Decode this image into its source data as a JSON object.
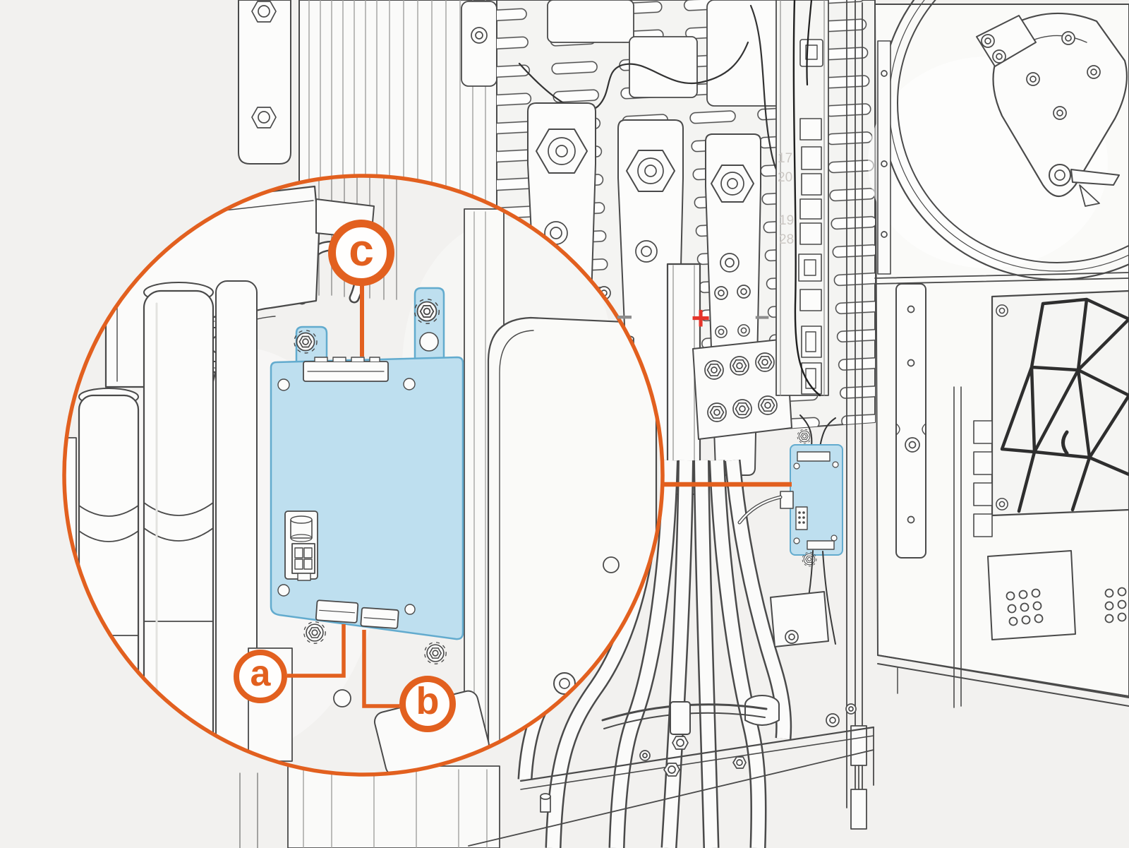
{
  "illustration": {
    "type": "technical line drawing",
    "subject": "Electrical cabinet interior with magnified circular callout of a mounted control module",
    "magnifier_purpose": "enlarged view of control module and its connectors"
  },
  "callouts": {
    "a": "a",
    "b": "b",
    "c": "c"
  },
  "markers": {
    "minus_left": "−",
    "plus": "+",
    "minus_right": "−"
  },
  "terminal_numbers": [
    "17",
    "20",
    "19",
    "28"
  ],
  "colors": {
    "background": "#F2F1EF",
    "line_art": "#4A4A4A",
    "accent_orange": "#E2601F",
    "module_fill": "#BEDFEF",
    "module_outline": "#62ABCE",
    "plus_red": "#E5352B",
    "minus_gray": "#8C8C8C",
    "faint_number_gray": "#CCC8C4"
  }
}
